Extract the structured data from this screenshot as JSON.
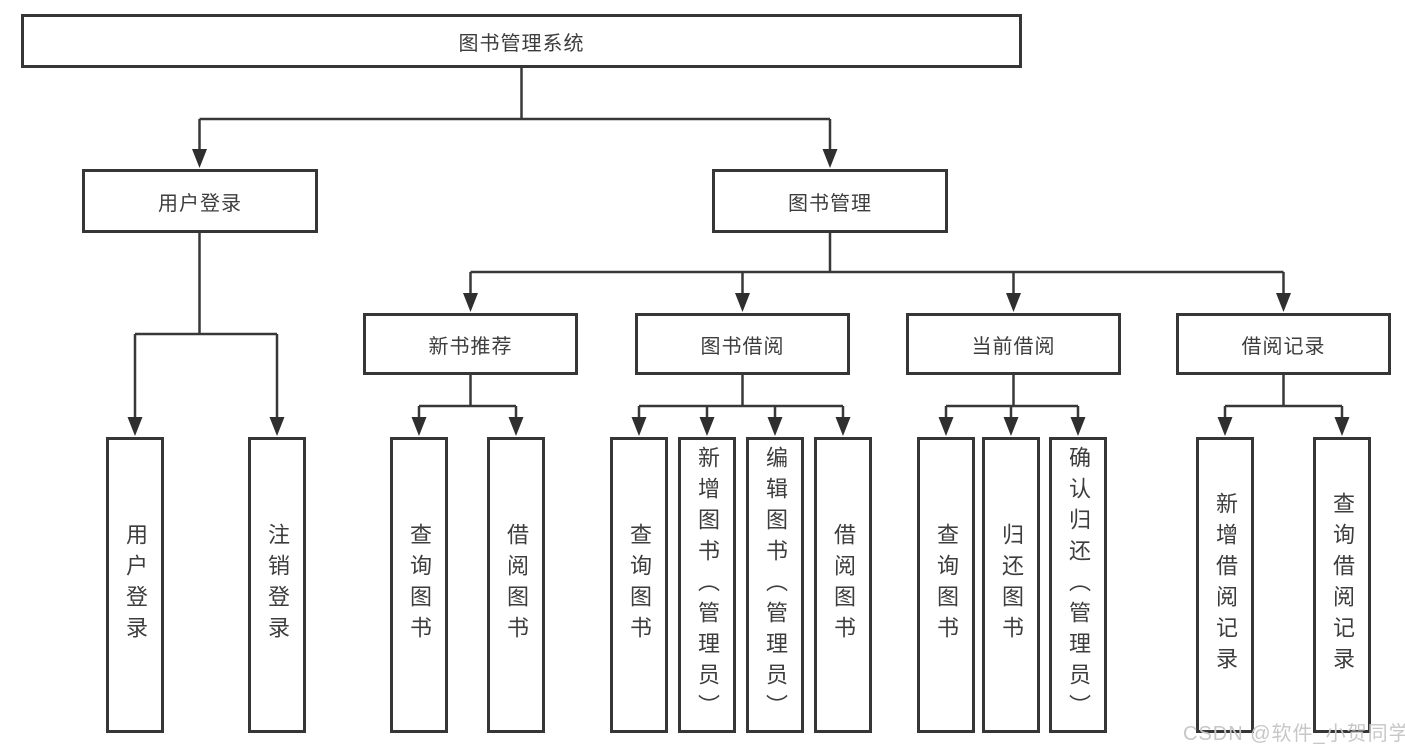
{
  "diagram": {
    "root": {
      "label": "图书管理系统"
    },
    "level2": {
      "user_login": {
        "label": "用户登录"
      },
      "book_management": {
        "label": "图书管理"
      }
    },
    "level3": {
      "new_book_recommend": {
        "label": "新书推荐"
      },
      "book_borrow": {
        "label": "图书借阅"
      },
      "current_borrow": {
        "label": "当前借阅"
      },
      "borrow_record": {
        "label": "借阅记录"
      }
    },
    "leaves": {
      "user_login": {
        "label": "用户登录"
      },
      "logout": {
        "label": "注销登录"
      },
      "recommend_query_book": {
        "label": "查询图书"
      },
      "recommend_borrow_book": {
        "label": "借阅图书"
      },
      "borrow_query_book": {
        "label": "查询图书"
      },
      "borrow_add_book": {
        "label": "新增图书（管理员）"
      },
      "borrow_edit_book": {
        "label": "编辑图书（管理员）"
      },
      "borrow_borrow_book": {
        "label": "借阅图书"
      },
      "current_query_book": {
        "label": "查询图书"
      },
      "current_return_book": {
        "label": "归还图书"
      },
      "current_confirm_return": {
        "label": "确认归还（管理员）"
      },
      "record_add": {
        "label": "新增借阅记录"
      },
      "record_query": {
        "label": "查询借阅记录"
      }
    }
  },
  "hierarchy": {
    "root": "图书管理系统",
    "children": [
      {
        "label": "用户登录",
        "children": [
          "用户登录",
          "注销登录"
        ]
      },
      {
        "label": "图书管理",
        "children": [
          {
            "label": "新书推荐",
            "children": [
              "查询图书",
              "借阅图书"
            ]
          },
          {
            "label": "图书借阅",
            "children": [
              "查询图书",
              "新增图书（管理员）",
              "编辑图书（管理员）",
              "借阅图书"
            ]
          },
          {
            "label": "当前借阅",
            "children": [
              "查询图书",
              "归还图书",
              "确认归还（管理员）"
            ]
          },
          {
            "label": "借阅记录",
            "children": [
              "新增借阅记录",
              "查询借阅记录"
            ]
          }
        ]
      }
    ]
  },
  "watermark": {
    "text": "CSDN @软件_小贺同学"
  },
  "colors": {
    "box_border": "#363636",
    "connector_line": "#383838",
    "text": "#3d3d3d",
    "watermark": "#c7c7c7",
    "background": "#ffffff"
  }
}
